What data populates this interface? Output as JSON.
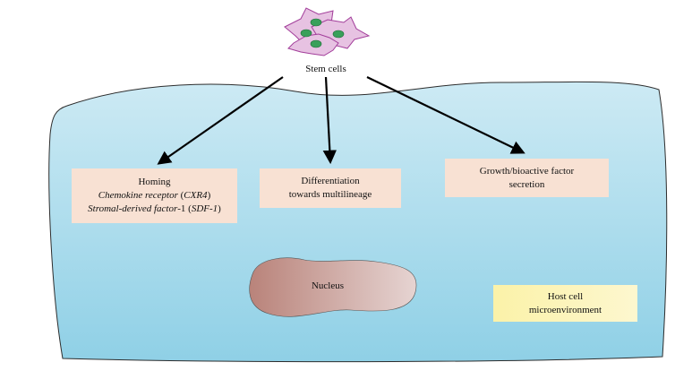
{
  "stem_cells": {
    "label": "Stem cells"
  },
  "homing": {
    "title": "Homing",
    "line2_italic": "Chemokine receptor",
    "line2_rest": " (",
    "line2_abbrev": "CXR4",
    "line2_close": ")",
    "line3_italic": "Stromal-derived factor",
    "line3_rest": "-1 (",
    "line3_abbrev": "SDF-1",
    "line3_close": ")"
  },
  "differentiation": {
    "line1": "Differentiation",
    "line2": "towards multilineage"
  },
  "secretion": {
    "line1": "Growth/bioactive factor",
    "line2": "secretion"
  },
  "nucleus": {
    "label": "Nucleus"
  },
  "host": {
    "line1": "Host cell",
    "line2": "microenvironment"
  },
  "colors": {
    "cell_fill_top": "#cdeaf4",
    "cell_fill_bottom": "#8fd0e6",
    "cell_outline": "#2d2d2d",
    "stem_cell_fill": "#e7c2e2",
    "stem_cell_outline": "#a23d9a",
    "stem_nucleus": "#39a05a",
    "nucleus_fill_left": "#b9837a",
    "nucleus_fill_right": "#e6d4d2",
    "box_fill": "#f8e1d3",
    "host_fill": "#fbf2a8",
    "arrow": "#000000"
  }
}
